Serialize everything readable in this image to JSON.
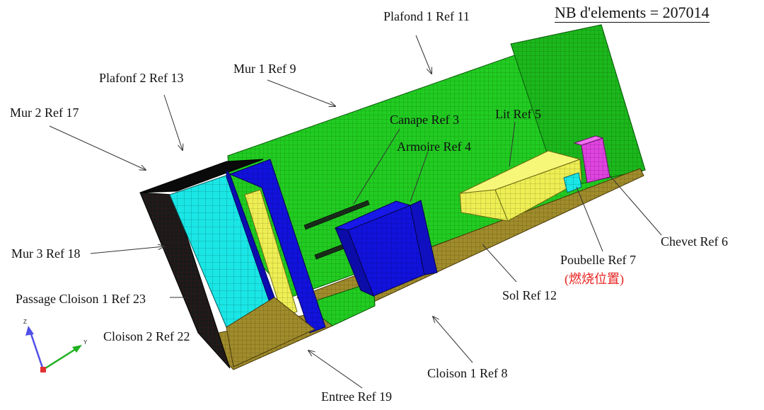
{
  "header": {
    "element_count": "NB d'elements = 207014"
  },
  "labels": {
    "plafond1": "Plafond 1 Ref 11",
    "mur1": "Mur 1 Ref 9",
    "plafond2": "Plafonf 2 Ref  13",
    "mur2": "Mur 2 Ref 17",
    "canape": "Canape Ref  3",
    "lit": "Lit Ref 5",
    "armoire": "Armoire Ref  4",
    "chevet": "Chevet Ref 6",
    "mur3": "Mur 3 Ref 18",
    "poubelle": "Poubelle Ref 7",
    "poubelle_note": "(燃烧位置)",
    "passage": "Passage Cloison 1 Ref 23",
    "sol": "Sol Ref 12",
    "cloison2": "Cloison 2 Ref 22",
    "cloison1": "Cloison 1 Ref 8",
    "entree": "Entree Ref 19"
  },
  "axes": {
    "z": "Z",
    "y": "Y"
  },
  "colors": {
    "green": "#1fd01f",
    "green_dark": "#17a817",
    "blue": "#1010d8",
    "cyan": "#18e8e8",
    "yellow": "#f0f050",
    "olive": "#9c8a2a",
    "magenta": "#e040e0",
    "black": "#111111",
    "label_red": "#e8231f"
  }
}
